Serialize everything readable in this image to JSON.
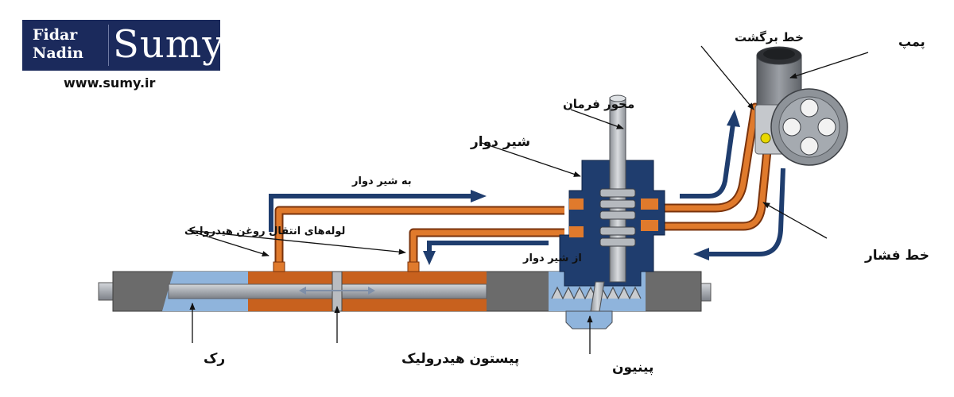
{
  "logo": {
    "line1": "Fidar",
    "line2": "Nadin",
    "brand": "Sumy",
    "url": "www.sumy.ir"
  },
  "labels": {
    "pump": "پمپ",
    "return_line": "خط برگشت",
    "steering_shaft": "محور فرمان",
    "rotary_valve": "شیر دوار",
    "to_rotary_valve": "به شیر دوار",
    "from_rotary_valve": "از شیر دوار",
    "hydraulic_pipes": "لوله‌های انتقال روغن هیدرولیک",
    "pressure_line": "خط فشار",
    "rack": "رک",
    "hydraulic_piston": "پیستون هیدرولیک",
    "pinion": "پینیون"
  },
  "colors": {
    "oil": "#d2651e",
    "oil_dark": "#8a3a10",
    "flow_arrow": "#1f3d6e",
    "valve_body": "#1f3d6e",
    "housing": "#6b6b6b",
    "chamber": "#8fb4dc",
    "rack_rod": "#a9adb3",
    "logo_bg": "#1b2a5c"
  },
  "icons": [
    "flow-arrow-icon",
    "pointer-arrow-icon"
  ]
}
